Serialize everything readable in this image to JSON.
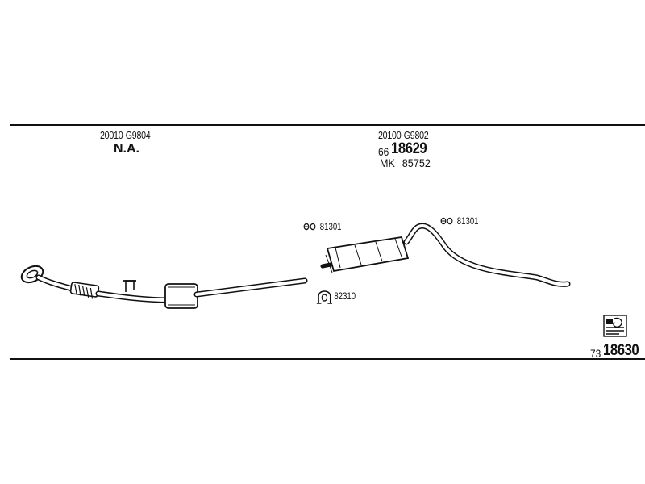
{
  "left_section": {
    "part_code": "20010-G9804",
    "status": "N.A."
  },
  "right_section": {
    "part_code": "20100-G9802",
    "part_number_prefix": "66",
    "part_number_main": "18629",
    "mk_label": "MK",
    "mk_number": "85752"
  },
  "callouts": {
    "clamp_left": "81301",
    "clamp_right": "81301",
    "bracket": "82310"
  },
  "footer": {
    "kit_prefix": "73",
    "kit_number": "18630"
  },
  "icons": {
    "clamp": "clamp-icon",
    "hanger": "rubber-hanger-icon",
    "kit": "kit-box-icon"
  },
  "colors": {
    "line": "#111111",
    "fill": "#ffffff"
  }
}
